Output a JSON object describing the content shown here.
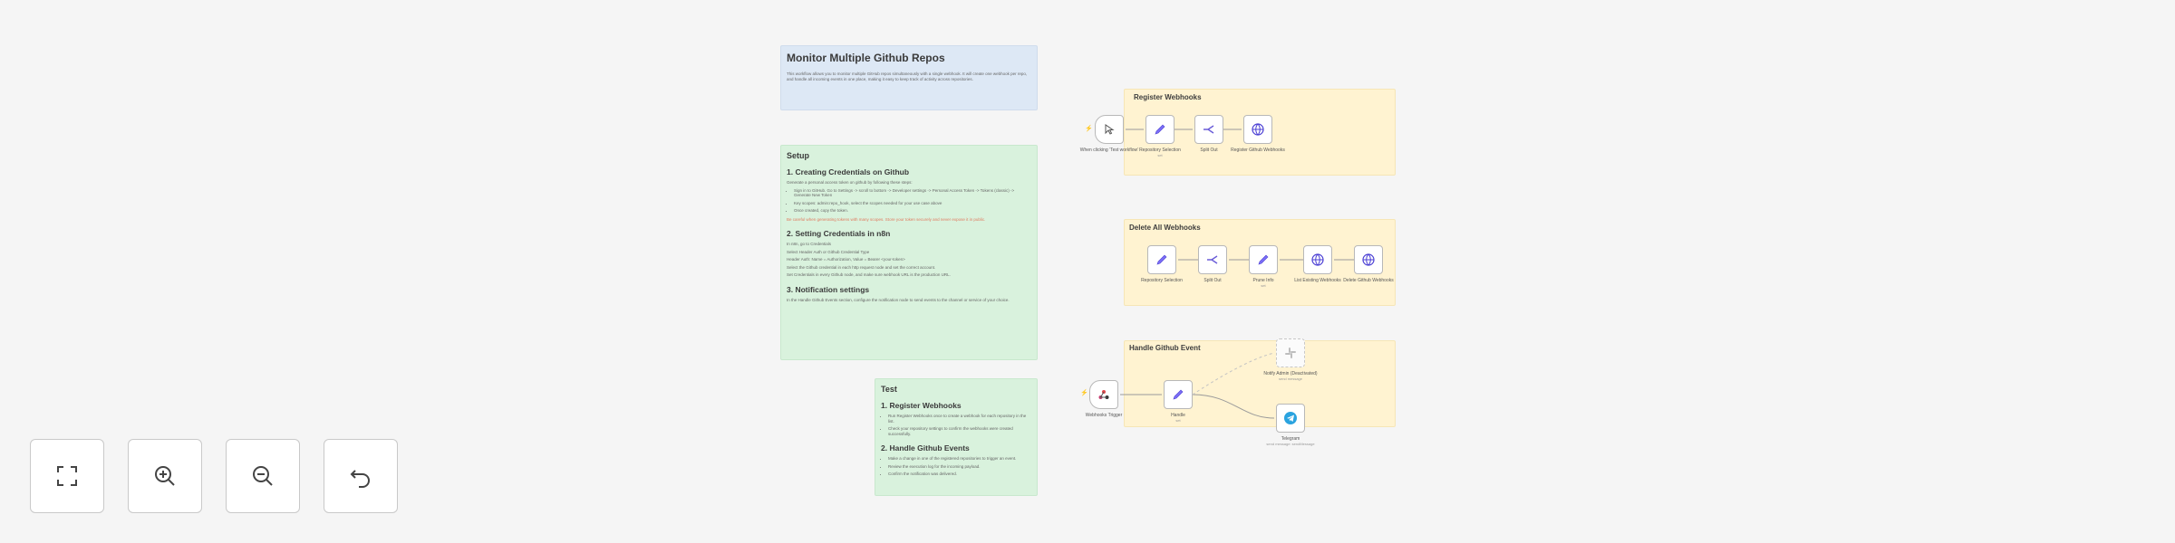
{
  "notes": {
    "intro": {
      "title": "Monitor Multiple Github Repos",
      "body": "This workflow allows you to monitor multiple GitHub repos simultaneously with a single webhook. It will create one webhook per repo, and handle all incoming events in one place, making it easy to keep track of activity across repositories."
    },
    "setup": {
      "title": "Setup",
      "s1_title": "1. Creating Credentials on Github",
      "s1_lead": "Generate a personal access token on github by following these steps:",
      "s1_bullets": [
        "Sign in to GitHub. Go to Settings -> scroll to bottom -> Developer settings -> Personal Access Token -> Tokens (classic) -> Generate New Token",
        "Key scopes: admin:repo_hook, select the scopes needed for your use case above",
        "Once created, copy the token."
      ],
      "s1_warn": "Be careful when generating tokens with many scopes. Store your token securely and never expose it in public.",
      "s2_title": "2. Setting Credentials in n8n",
      "s2_lines": [
        "In n8n, go to Credentials",
        "Select Header Auth or Github Credential Type",
        "Header Auth: Name = Authorization, Value = Bearer <your-token>",
        "Select the Github credential in each http request node and set the correct account.",
        "Set Credentials in every Github node, and make sure webhook URL is the production URL."
      ],
      "s3_title": "3. Notification settings",
      "s3_body": "In the Handle Github Events section, configure the notification node to send events to the channel or service of your choice."
    },
    "test": {
      "title": "Test",
      "t1_title": "1. Register Webhooks",
      "t1_bullets": [
        "Run Register Webhooks once to create a webhook for each repository in the list.",
        "Check your repository settings to confirm the webhooks were created successfully."
      ],
      "t2_title": "2. Handle Github Events",
      "t2_bullets": [
        "Make a change in one of the registered repositories to trigger an event.",
        "Review the execution log for the incoming payload.",
        "Confirm the notification was delivered."
      ]
    }
  },
  "sections": {
    "register": "Register Webhooks",
    "delete": "Delete All Webhooks",
    "handle": "Handle Github Event"
  },
  "nodes": {
    "n1": {
      "label": "When clicking ‘Test workflow’",
      "icon": "cursor-click-icon"
    },
    "n2": {
      "label": "Repository Selection",
      "sub": "set",
      "icon": "pencil-icon"
    },
    "n3": {
      "label": "Split Out",
      "icon": "split-icon"
    },
    "n4": {
      "label": "Register Github Webhooks",
      "icon": "globe-icon"
    },
    "d1": {
      "label": "Repository Selection",
      "icon": "pencil-icon"
    },
    "d2": {
      "label": "Split Out",
      "icon": "split-icon"
    },
    "d3": {
      "label": "Prune Info",
      "sub": "set",
      "icon": "pencil-icon"
    },
    "d4": {
      "label": "List Existing Webhooks",
      "icon": "globe-icon"
    },
    "d5": {
      "label": "Delete Github Webhooks",
      "icon": "globe-icon"
    },
    "h1": {
      "label": "Webhooks Trigger",
      "icon": "webhook-icon"
    },
    "h2": {
      "label": "Handle",
      "sub": "set",
      "icon": "pencil-icon"
    },
    "h3": {
      "label": "Notify Admin (Deactivated)",
      "sub": "send message",
      "icon": "slack-icon"
    },
    "h4": {
      "label": "Telegram",
      "sub": "send message: sendMessage",
      "icon": "telegram-icon"
    }
  },
  "controls": {
    "fit": "fit-view-icon",
    "zoom_in": "zoom-in-icon",
    "zoom_out": "zoom-out-icon",
    "reset": "undo-icon"
  }
}
